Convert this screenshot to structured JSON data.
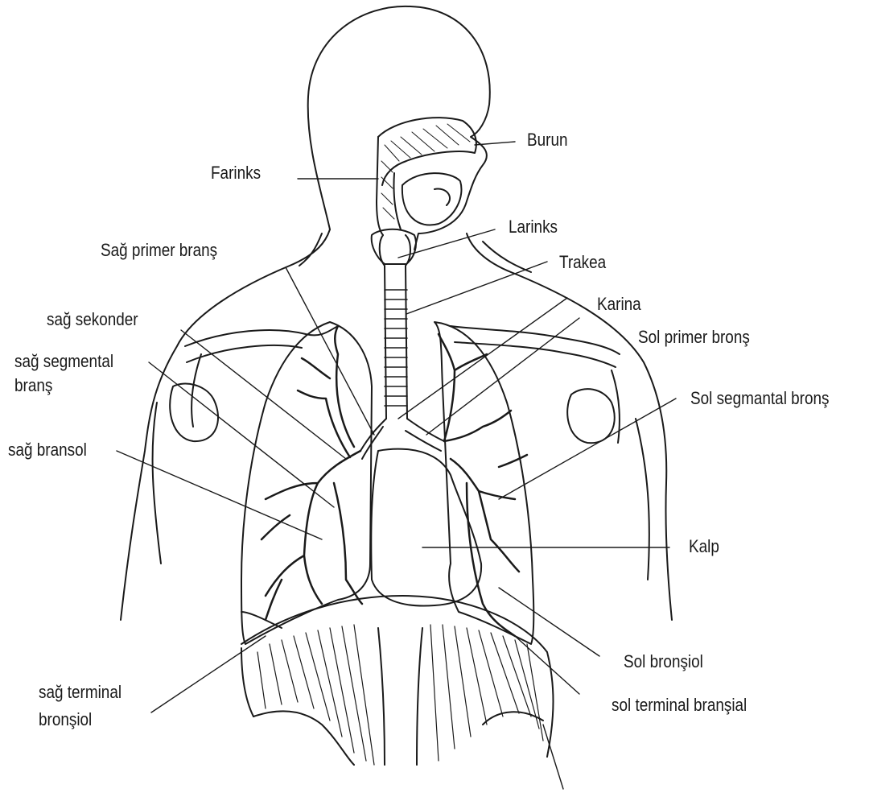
{
  "labels": {
    "burun": "Burun",
    "farinks": "Farinks",
    "larinks": "Larinks",
    "sag_primer_brans": "Sağ primer branş",
    "trakea": "Trakea",
    "karina": "Karina",
    "sag_sekonder": "sağ sekonder",
    "sol_primer_brons": "Sol primer bronş",
    "sag_segmental_1": "sağ segmental",
    "sag_segmental_2": "branş",
    "sol_segmantal_brons": "Sol segmantal bronş",
    "sag_bransol": "sağ bransol",
    "kalp": "Kalp",
    "sol_bronsiol": "Sol bronşiol",
    "sag_terminal_1": "sağ terminal",
    "sag_terminal_2": "bronşiol",
    "sol_terminal_bransial": "sol terminal branşial"
  },
  "colors": {
    "ink": "#1a1a1a",
    "paper": "#ffffff"
  }
}
